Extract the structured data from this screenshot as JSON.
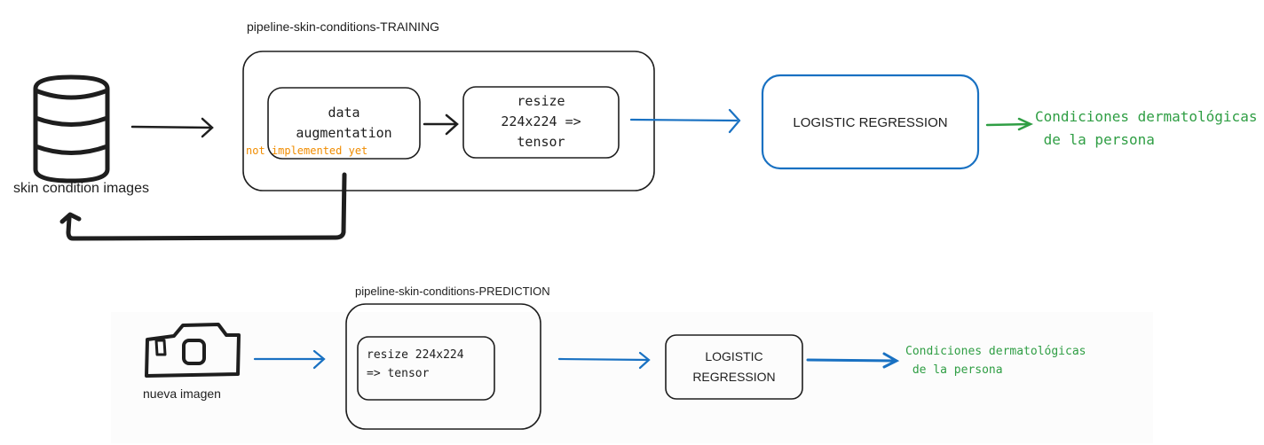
{
  "training": {
    "pipeline_title": "pipeline-skin-conditions-TRAINING",
    "source_label": "skin condition images",
    "step_augmentation": "data\naugmentation",
    "note": "not implemented yet",
    "step_resize": "resize\n224x224 =>\ntensor",
    "model": "LOGISTIC REGRESSION",
    "output": "Condiciones dermatológicas\n de la persona"
  },
  "prediction": {
    "pipeline_title": "pipeline-skin-conditions-PREDICTION",
    "source_label": "nueva imagen",
    "step_resize": "resize 224x224\n=> tensor",
    "model": "LOGISTIC\nREGRESSION",
    "output": "Condiciones dermatológicas\n de la persona"
  },
  "colors": {
    "ink": "#1e1e1e",
    "blue": "#1971c2",
    "green": "#2f9e44",
    "orange": "#f08c00"
  },
  "icons": {
    "training_source": "database-icon",
    "prediction_source": "camera-icon"
  }
}
